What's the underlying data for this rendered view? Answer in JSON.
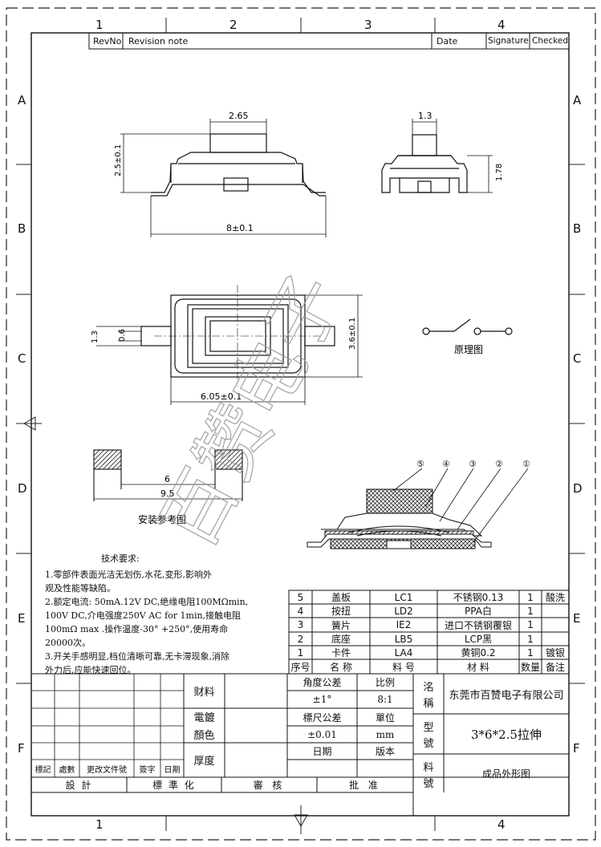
{
  "frame": {
    "col_numbers_top": [
      "1",
      "2",
      "3",
      "4"
    ],
    "col_numbers_bottom": [
      "1",
      "4"
    ],
    "row_letters": [
      "A",
      "B",
      "C",
      "D",
      "E",
      "F"
    ]
  },
  "revision_header": {
    "revno": "RevNo",
    "revision_note": "Revision note",
    "date": "Date",
    "signature": "Signature",
    "checked": "Checked"
  },
  "dims": {
    "top_width": "2.65",
    "height": "2.5±0.1",
    "overall_length": "8±0.1",
    "side_width": "1.3",
    "side_height": "1.78",
    "plan_body_width": "3.6±0.1",
    "plan_lead_1": "1.3",
    "plan_lead_2": "0.6",
    "plan_body_length": "6.05±0.1",
    "pad_inner": "6",
    "pad_outer": "9.5"
  },
  "labels": {
    "schematic": "原理图",
    "mounting": "安装参考图",
    "watermark": "百赞电子",
    "callouts": [
      "⑤",
      "④",
      "③",
      "②",
      "①"
    ]
  },
  "tech_notes": {
    "title": "技术要求:",
    "lines": [
      "1.零部件表面光洁无划伤,水花,变形,影响外",
      "   观及性能等缺陷。",
      "2.额定电流: 50mA.12V DC,绝缘电阻100MΩmin,",
      "   100V DC,介电强度250V AC for 1min,接触电阻",
      "   100mΩ max .操作温度-30° +250°,使用寿命",
      "   20000次。",
      "3.开关手感明显,档位清晰可靠,无卡滞现象,消除",
      "   外力后,应能快速回位。"
    ]
  },
  "bom": {
    "header": [
      "序号",
      "名 称",
      "料 号",
      "材 料",
      "数量",
      "备注"
    ],
    "rows": [
      [
        "5",
        "盖板",
        "LC1",
        "不锈钢0.13",
        "1",
        "酸洗"
      ],
      [
        "4",
        "按扭",
        "LD2",
        "PPA白",
        "1",
        ""
      ],
      [
        "3",
        "簧片",
        "IE2",
        "进口不锈钢覆银",
        "1",
        ""
      ],
      [
        "2",
        "底座",
        "LB5",
        "LCP黑",
        "1",
        ""
      ],
      [
        "1",
        "卡件",
        "LA4",
        "黄铜0.2",
        "1",
        "镀银"
      ]
    ]
  },
  "title_block": {
    "material_label": "财料",
    "plating_label_1": "電鍍",
    "plating_label_2": "顏色",
    "thickness_label": "厚度",
    "angle_tol_label": "角度公差",
    "angle_tol_value": "±1°",
    "scale_label": "比例",
    "scale_value": "8:1",
    "dim_tol_label": "標尺公差",
    "dim_tol_value": "±0.01",
    "unit_label": "單位",
    "unit_value": "mm",
    "date_label": "日期",
    "version_label": "版本",
    "name_label_1": "洺",
    "name_label_2": "稱",
    "name_value": "东莞市百赞电子有限公司",
    "model_label_1": "型",
    "model_label_2": "號",
    "model_value": "3*6*2.5拉伸",
    "partno_label_1": "料",
    "partno_label_2": "號",
    "partno_value": "成品外形图",
    "rev_cols": [
      "標記",
      "處數",
      "更改文件號",
      "簽字",
      "日期"
    ],
    "sign_row": [
      "設 計",
      "標 準 化",
      "審 核",
      "批 准"
    ]
  }
}
